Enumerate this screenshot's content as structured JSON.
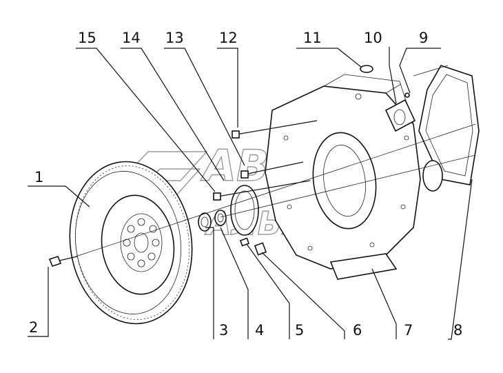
{
  "diagram": {
    "callouts": [
      "1",
      "2",
      "3",
      "4",
      "5",
      "6",
      "7",
      "8",
      "9",
      "10",
      "11",
      "12",
      "13",
      "14",
      "15"
    ]
  },
  "watermark": {
    "line1": "АВТО",
    "line2": "АЛЬЯНС"
  }
}
